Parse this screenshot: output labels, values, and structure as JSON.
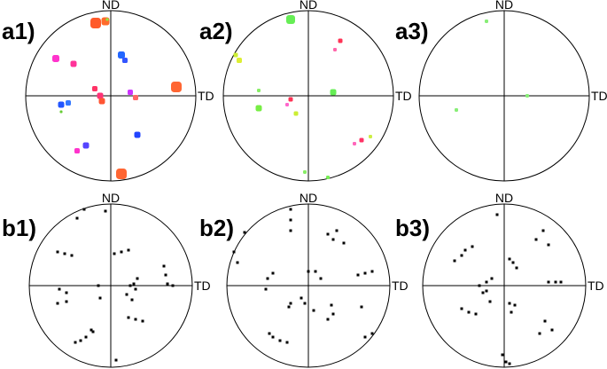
{
  "figure": {
    "axis_labels": {
      "vertical": "ND",
      "horizontal": "TD"
    },
    "panels": [
      {
        "label": "a1)",
        "spots": [
          {
            "color": "#ff5a2a",
            "size": 12
          },
          {
            "color": "#ff6a2a",
            "size": 9
          },
          {
            "color": "#ff33cc",
            "size": 8
          },
          {
            "color": "#ff3399",
            "size": 7
          },
          {
            "color": "#2266ff",
            "size": 8
          },
          {
            "color": "#3355ff",
            "size": 6
          },
          {
            "color": "#ff6633",
            "size": 12
          },
          {
            "color": "#ff3377",
            "size": 7
          },
          {
            "color": "#ff5533",
            "size": 7
          },
          {
            "color": "#cc33ff",
            "size": 6
          },
          {
            "color": "#ff6666",
            "size": 6
          },
          {
            "color": "#2255ff",
            "size": 7
          },
          {
            "color": "#3377ff",
            "size": 6
          },
          {
            "color": "#2244ff",
            "size": 7
          },
          {
            "color": "#5544ff",
            "size": 7
          },
          {
            "color": "#ff33cc",
            "size": 6
          },
          {
            "color": "#ff6633",
            "size": 12
          },
          {
            "color": "#ff3366",
            "size": 6
          },
          {
            "color": "#88ee44",
            "size": 3
          },
          {
            "color": "#66cc33",
            "size": 3
          }
        ]
      },
      {
        "label": "a2)",
        "spots": [
          {
            "color": "#66ee55",
            "size": 10
          },
          {
            "color": "#ff3355",
            "size": 5
          },
          {
            "color": "#ff66aa",
            "size": 4
          },
          {
            "color": "#ccee33",
            "size": 5
          },
          {
            "color": "#ddee33",
            "size": 6
          },
          {
            "color": "#88ee66",
            "size": 4
          },
          {
            "color": "#77ee44",
            "size": 7
          },
          {
            "color": "#66ee55",
            "size": 7
          },
          {
            "color": "#ff3355",
            "size": 5
          },
          {
            "color": "#ff66cc",
            "size": 4
          },
          {
            "color": "#ccee33",
            "size": 5
          },
          {
            "color": "#ff3366",
            "size": 5
          },
          {
            "color": "#ff66bb",
            "size": 4
          },
          {
            "color": "#ccee44",
            "size": 4
          },
          {
            "color": "#88ee66",
            "size": 4
          },
          {
            "color": "#77ee55",
            "size": 4
          }
        ]
      },
      {
        "label": "a3)",
        "spots": [
          {
            "color": "#88ee77",
            "size": 4
          },
          {
            "color": "#88ee77",
            "size": 4
          },
          {
            "color": "#88ee77",
            "size": 4
          }
        ]
      },
      {
        "label": "b1)",
        "spots": [
          {
            "color": "#000000",
            "size": 3
          },
          {
            "color": "#000000",
            "size": 3
          },
          {
            "color": "#000000",
            "size": 3
          },
          {
            "color": "#000000",
            "size": 3
          },
          {
            "color": "#000000",
            "size": 3
          },
          {
            "color": "#000000",
            "size": 3
          },
          {
            "color": "#000000",
            "size": 3
          },
          {
            "color": "#000000",
            "size": 3
          },
          {
            "color": "#000000",
            "size": 3
          },
          {
            "color": "#000000",
            "size": 3
          },
          {
            "color": "#000000",
            "size": 3
          },
          {
            "color": "#000000",
            "size": 3
          },
          {
            "color": "#000000",
            "size": 3
          },
          {
            "color": "#000000",
            "size": 3
          },
          {
            "color": "#000000",
            "size": 3
          },
          {
            "color": "#000000",
            "size": 3
          },
          {
            "color": "#000000",
            "size": 3
          },
          {
            "color": "#000000",
            "size": 3
          },
          {
            "color": "#000000",
            "size": 3
          },
          {
            "color": "#000000",
            "size": 3
          },
          {
            "color": "#000000",
            "size": 3
          },
          {
            "color": "#000000",
            "size": 3
          },
          {
            "color": "#000000",
            "size": 3
          },
          {
            "color": "#000000",
            "size": 3
          },
          {
            "color": "#000000",
            "size": 3
          },
          {
            "color": "#000000",
            "size": 3
          },
          {
            "color": "#000000",
            "size": 3
          },
          {
            "color": "#000000",
            "size": 3
          },
          {
            "color": "#000000",
            "size": 3
          },
          {
            "color": "#000000",
            "size": 3
          },
          {
            "color": "#000000",
            "size": 3
          },
          {
            "color": "#000000",
            "size": 3
          },
          {
            "color": "#000000",
            "size": 3
          },
          {
            "color": "#000000",
            "size": 3
          }
        ]
      },
      {
        "label": "b2)",
        "spots": [
          {
            "color": "#000000",
            "size": 3
          },
          {
            "color": "#000000",
            "size": 3
          },
          {
            "color": "#000000",
            "size": 3
          },
          {
            "color": "#000000",
            "size": 3
          },
          {
            "color": "#000000",
            "size": 3
          },
          {
            "color": "#000000",
            "size": 3
          },
          {
            "color": "#000000",
            "size": 3
          },
          {
            "color": "#000000",
            "size": 3
          },
          {
            "color": "#000000",
            "size": 3
          },
          {
            "color": "#000000",
            "size": 3
          },
          {
            "color": "#000000",
            "size": 3
          },
          {
            "color": "#000000",
            "size": 3
          },
          {
            "color": "#000000",
            "size": 3
          },
          {
            "color": "#000000",
            "size": 3
          },
          {
            "color": "#000000",
            "size": 3
          },
          {
            "color": "#000000",
            "size": 3
          },
          {
            "color": "#000000",
            "size": 3
          },
          {
            "color": "#000000",
            "size": 3
          },
          {
            "color": "#000000",
            "size": 3
          },
          {
            "color": "#000000",
            "size": 3
          },
          {
            "color": "#000000",
            "size": 3
          },
          {
            "color": "#000000",
            "size": 3
          },
          {
            "color": "#000000",
            "size": 3
          },
          {
            "color": "#000000",
            "size": 3
          },
          {
            "color": "#000000",
            "size": 3
          },
          {
            "color": "#000000",
            "size": 3
          },
          {
            "color": "#000000",
            "size": 3
          },
          {
            "color": "#000000",
            "size": 3
          },
          {
            "color": "#000000",
            "size": 3
          },
          {
            "color": "#000000",
            "size": 3
          },
          {
            "color": "#000000",
            "size": 3
          },
          {
            "color": "#000000",
            "size": 3
          },
          {
            "color": "#000000",
            "size": 3
          },
          {
            "color": "#000000",
            "size": 3
          }
        ]
      },
      {
        "label": "b3)",
        "spots": [
          {
            "color": "#000000",
            "size": 3
          },
          {
            "color": "#000000",
            "size": 3
          },
          {
            "color": "#000000",
            "size": 3
          },
          {
            "color": "#000000",
            "size": 3
          },
          {
            "color": "#000000",
            "size": 3
          },
          {
            "color": "#000000",
            "size": 3
          },
          {
            "color": "#000000",
            "size": 3
          },
          {
            "color": "#000000",
            "size": 3
          },
          {
            "color": "#000000",
            "size": 3
          },
          {
            "color": "#000000",
            "size": 3
          },
          {
            "color": "#000000",
            "size": 3
          },
          {
            "color": "#000000",
            "size": 3
          },
          {
            "color": "#000000",
            "size": 3
          },
          {
            "color": "#000000",
            "size": 3
          },
          {
            "color": "#000000",
            "size": 3
          },
          {
            "color": "#000000",
            "size": 3
          },
          {
            "color": "#000000",
            "size": 3
          },
          {
            "color": "#000000",
            "size": 3
          },
          {
            "color": "#000000",
            "size": 3
          },
          {
            "color": "#000000",
            "size": 3
          },
          {
            "color": "#000000",
            "size": 3
          },
          {
            "color": "#000000",
            "size": 3
          },
          {
            "color": "#000000",
            "size": 3
          },
          {
            "color": "#000000",
            "size": 3
          },
          {
            "color": "#000000",
            "size": 3
          },
          {
            "color": "#000000",
            "size": 3
          },
          {
            "color": "#000000",
            "size": 3
          },
          {
            "color": "#000000",
            "size": 3
          },
          {
            "color": "#000000",
            "size": 3
          },
          {
            "color": "#000000",
            "size": 3
          },
          {
            "color": "#000000",
            "size": 3
          },
          {
            "color": "#000000",
            "size": 3
          }
        ]
      }
    ]
  }
}
